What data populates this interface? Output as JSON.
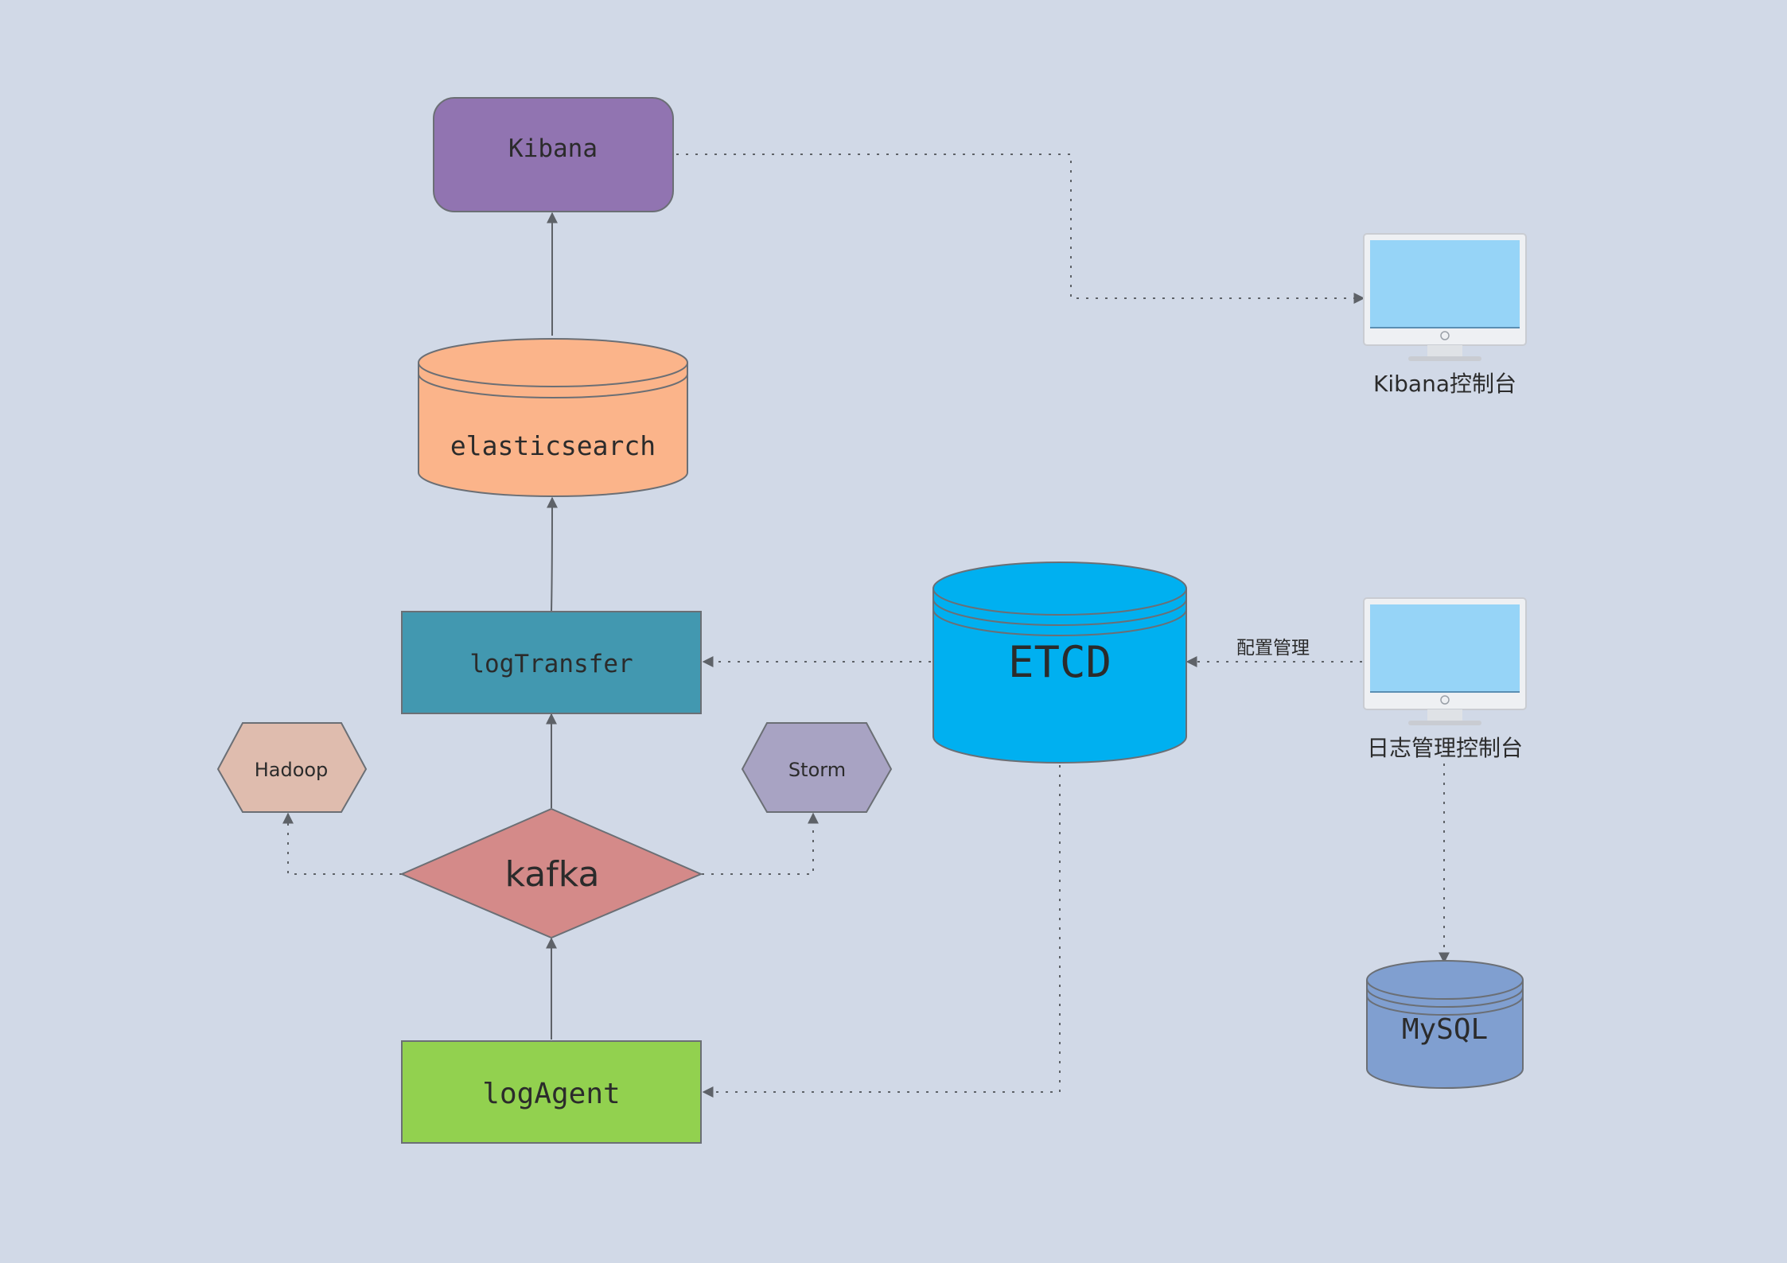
{
  "nodes": {
    "kibana": {
      "label": "Kibana",
      "color": "#9174b1"
    },
    "elasticsearch": {
      "label": "elasticsearch",
      "color": "#fbb48a"
    },
    "log_transfer": {
      "label": "logTransfer",
      "color": "#4298b0"
    },
    "kafka": {
      "label": "kafka",
      "color": "#d48a89"
    },
    "log_agent": {
      "label": "logAgent",
      "color": "#92d14f"
    },
    "hadoop": {
      "label": "Hadoop",
      "color": "#dfbcae"
    },
    "storm": {
      "label": "Storm",
      "color": "#a8a3c3"
    },
    "etcd": {
      "label": "ETCD",
      "color": "#00b0f0"
    },
    "mysql": {
      "label": "MySQL",
      "color": "#809fd0"
    },
    "kibana_console": {
      "label": "Kibana控制台",
      "icon": "monitor-icon",
      "screen_color": "#96d4f7"
    },
    "log_console": {
      "label": "日志管理控制台",
      "icon": "monitor-icon",
      "screen_color": "#96d4f7"
    }
  },
  "edges": {
    "config_label": "配置管理"
  }
}
